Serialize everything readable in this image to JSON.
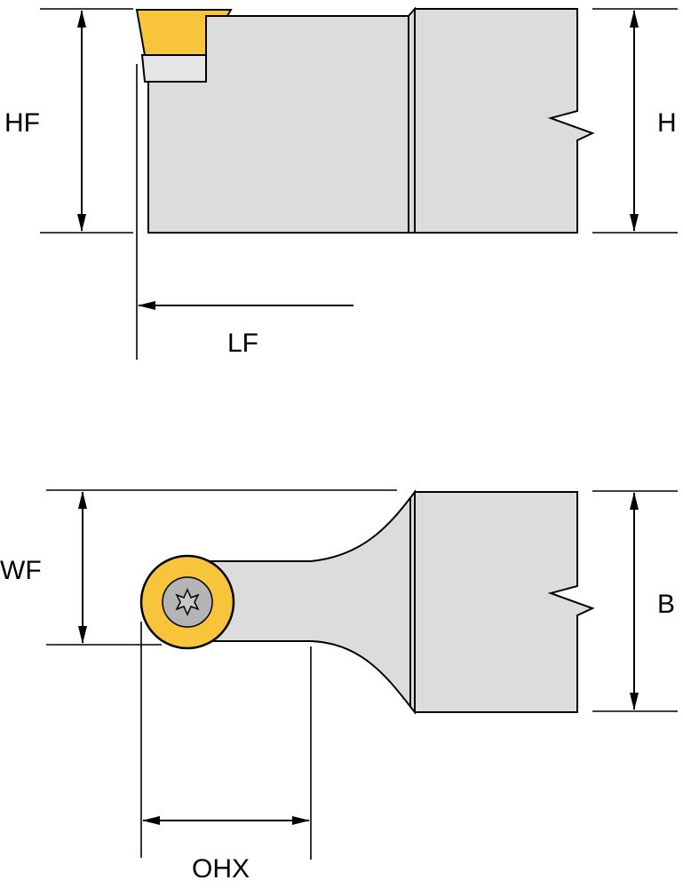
{
  "labels": {
    "hf": "HF",
    "h": "H",
    "lf": "LF",
    "wf": "WF",
    "b": "B",
    "ohx": "OHX"
  },
  "colors": {
    "body": "#dcdcdc",
    "insert": "#f7c43c",
    "outline": "#000000",
    "seat": "#e6e6e6",
    "screw": "#b4b4b4"
  },
  "icons": {
    "screw_head": "torx-screw-icon"
  }
}
